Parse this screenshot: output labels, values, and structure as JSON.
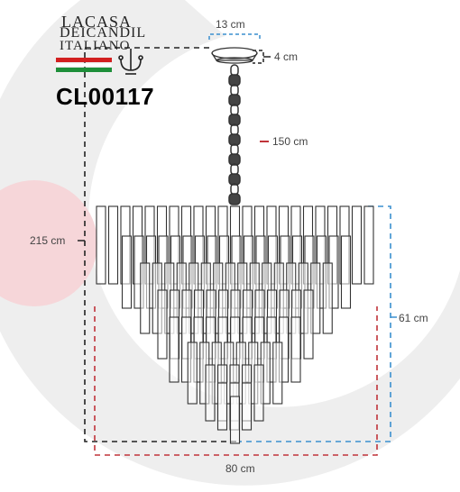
{
  "brand": {
    "line1": "LACASA",
    "line2": "DEICANDIL",
    "line3": "ITALIANO",
    "flag_colors": [
      "#d22020",
      "#ffffff",
      "#1e8f3a"
    ]
  },
  "product_code": "CL00117",
  "dimensions": {
    "canopy_width": "13 cm",
    "canopy_height": "4 cm",
    "chain_length": "150 cm",
    "total_height": "215 cm",
    "body_height": "61 cm",
    "width": "80 cm"
  },
  "colors": {
    "black_dashes": "#222222",
    "red_dashes": "#c0343a",
    "blue_dashes": "#3a8fcf",
    "background_arc": "#e6e6e6",
    "pink_circle": "#f6d6d9"
  }
}
